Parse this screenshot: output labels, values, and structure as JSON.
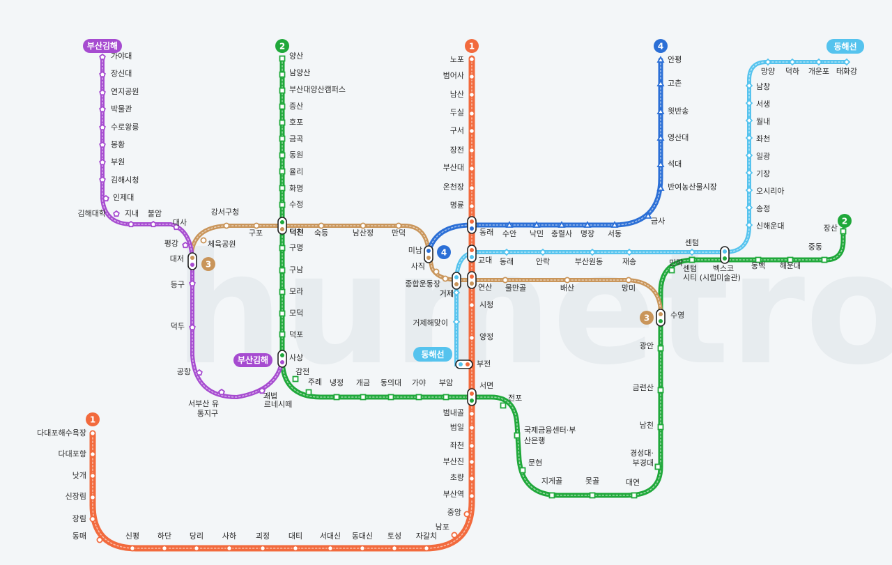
{
  "watermark": "humetro",
  "colors": {
    "line1": "#f26a3d",
    "line2": "#1fa83a",
    "line3": "#c9955a",
    "line4": "#2b6fd6",
    "bgl": "#a64bd0",
    "donghae": "#55c3ee",
    "background": "#f3f6f8"
  },
  "badges": {
    "line1_top": "1",
    "line1_bottom": "1",
    "line2_top": "2",
    "line2_right": "2",
    "line3_left": "3",
    "line3_right": "3",
    "line4_top": "4",
    "line4_mid": "4",
    "bgl_top": "부산김해",
    "bgl_sasang": "부산김해",
    "donghae_top": "동해선",
    "donghae_bottom": "동해선"
  },
  "stations": {
    "l1": [
      "노포",
      "범어사",
      "남산",
      "두실",
      "구서",
      "장전",
      "부산대",
      "온천장",
      "명륜",
      "동래",
      "교대",
      "연산",
      "시청",
      "양정",
      "부전",
      "서면",
      "범내골",
      "범일",
      "좌천",
      "부산진",
      "초량",
      "부산역",
      "중앙",
      "남포",
      "자갈치",
      "토성",
      "동대신",
      "서대신",
      "대티",
      "괴정",
      "사하",
      "당리",
      "하단",
      "신평",
      "동매",
      "장림",
      "신장림",
      "낫개",
      "다대포항",
      "다대포해수욕장"
    ],
    "l2": [
      "양산",
      "남양산",
      "부산대양산캠퍼스",
      "증산",
      "호포",
      "금곡",
      "동원",
      "율리",
      "화명",
      "수정",
      "덕천",
      "구명",
      "구남",
      "모라",
      "모덕",
      "덕포",
      "사상",
      "감전",
      "주례",
      "냉정",
      "개금",
      "동의대",
      "가야",
      "부암",
      "서면",
      "전포",
      "국제금융센터·부",
      "산은행",
      "문현",
      "지게골",
      "못골",
      "대연",
      "경성대·",
      "부경대",
      "남천",
      "금련산",
      "광안",
      "수영",
      "민락",
      "센텀",
      "시티 (시립미술관)",
      "벡스코",
      "동백",
      "해운대",
      "중동",
      "장산"
    ],
    "l3": [
      "강서구청",
      "체육공원",
      "구포",
      "덕천",
      "숙등",
      "남산정",
      "만덕",
      "미남",
      "사직",
      "종합운동장",
      "거제",
      "연산",
      "물만골",
      "배산",
      "망미",
      "수영",
      "대저"
    ],
    "l4": [
      "안평",
      "고촌",
      "윗반송",
      "영산대",
      "석대",
      "반여농산물시장",
      "금사",
      "서동",
      "명장",
      "충렬사",
      "낙민",
      "수안",
      "동래",
      "미남"
    ],
    "bgl": [
      "가야대",
      "장신대",
      "연지공원",
      "박물관",
      "수로왕릉",
      "봉황",
      "부원",
      "김해시청",
      "인제대",
      "김해대학",
      "지내",
      "불암",
      "대사",
      "평강",
      "대저",
      "등구",
      "덕두",
      "공항",
      "서부산 유",
      "통지구",
      "괘법",
      "르네시떼",
      "사상"
    ],
    "donghae": [
      "태화강",
      "개운포",
      "덕하",
      "망양",
      "남창",
      "서생",
      "월내",
      "좌천",
      "일광",
      "기장",
      "오시리아",
      "송정",
      "신해운대",
      "센텀",
      "벡스코",
      "재송",
      "부산원동",
      "안락",
      "동래",
      "교대",
      "거제",
      "거제해맞이",
      "부전"
    ]
  }
}
